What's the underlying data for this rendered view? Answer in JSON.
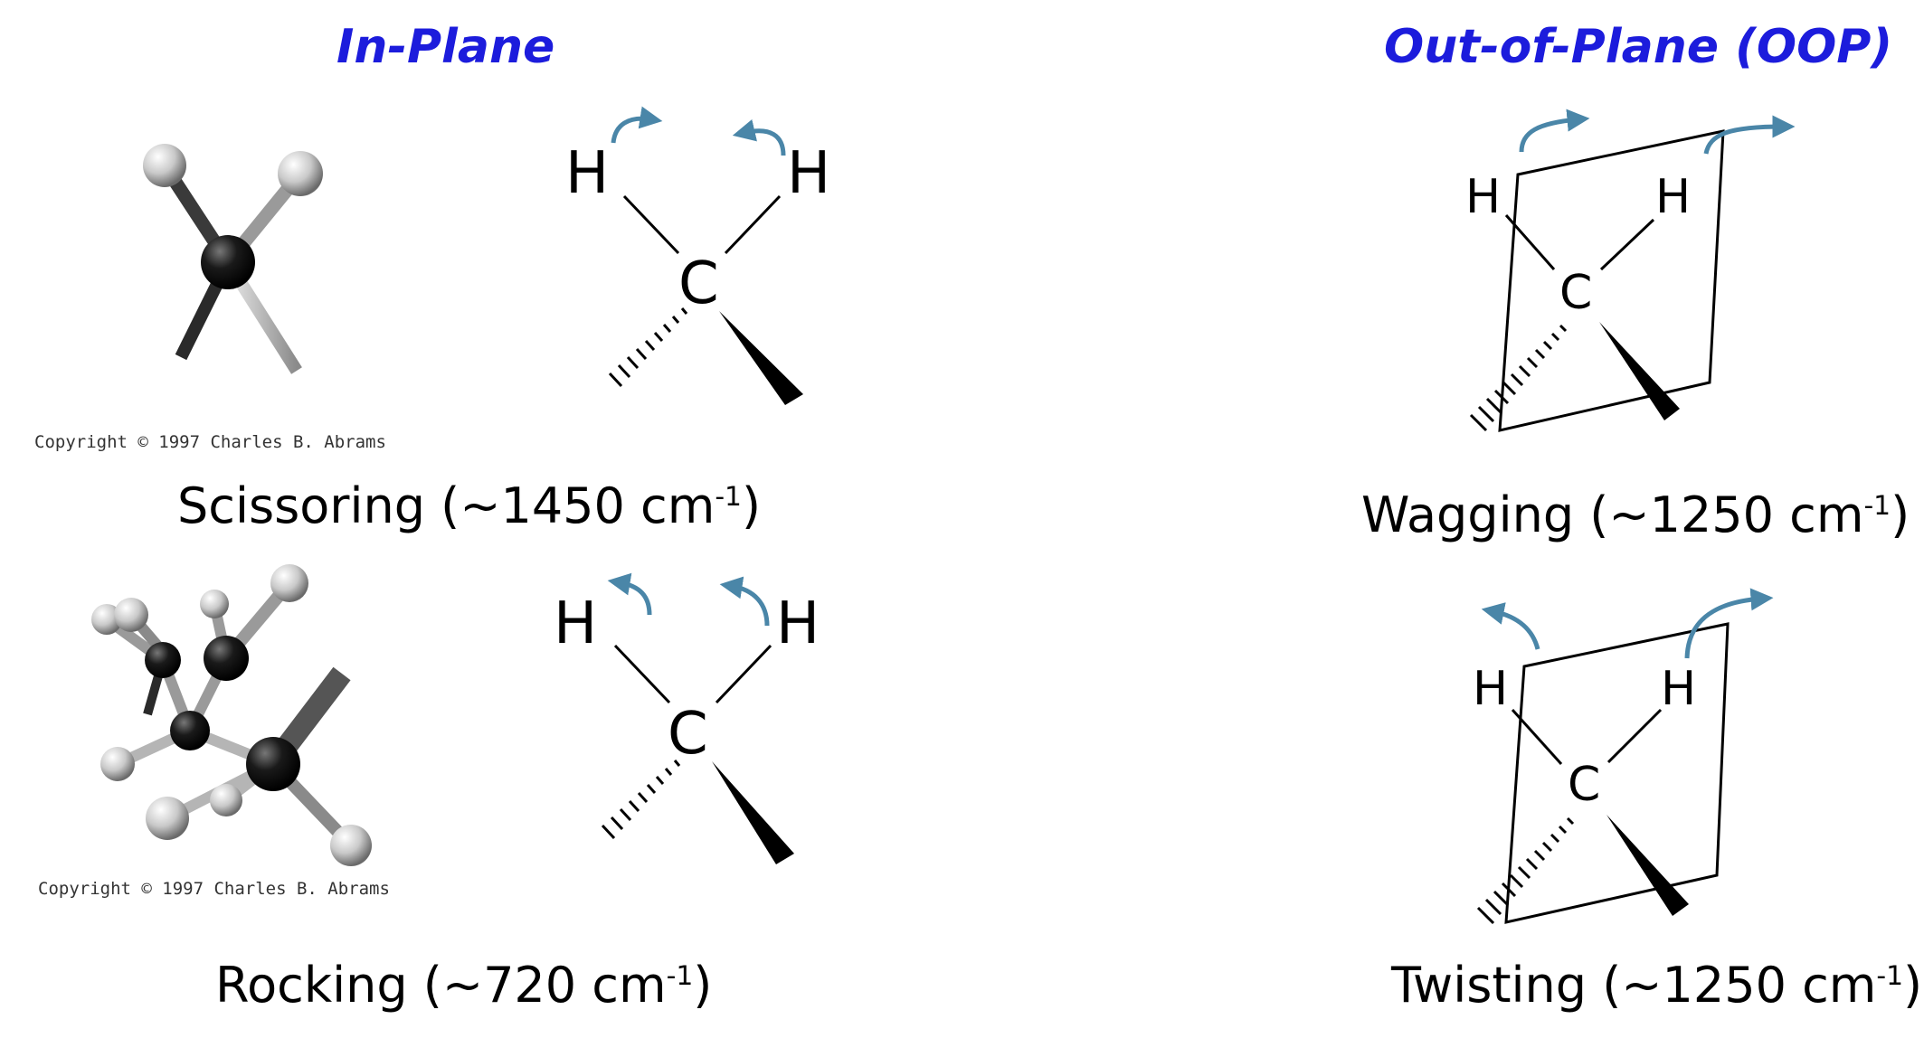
{
  "headings": {
    "in_plane": "In-Plane",
    "out_of_plane": "Out-of-Plane (OOP)"
  },
  "panels": [
    {
      "id": "scissoring",
      "mode": "Scissoring (~1450 cm",
      "sup": "-1",
      "close": ")"
    },
    {
      "id": "rocking",
      "mode": "Rocking (~720 cm",
      "sup": "-1",
      "close": ")"
    },
    {
      "id": "wagging",
      "mode": "Wagging (~1250 cm",
      "sup": "-1",
      "close": ")"
    },
    {
      "id": "twisting",
      "mode": "Twisting (~1250 cm",
      "sup": "-1",
      "close": ")"
    }
  ],
  "copyright": "Copyright © 1997 Charles B. Abrams",
  "atoms": {
    "h": "H",
    "c": "C"
  },
  "colors": {
    "heading": "#1c1cdc",
    "arrow": "#4a86a8",
    "bond": "#000000",
    "ball_dark": "#111111",
    "ball_light": "#d8d8d8"
  }
}
